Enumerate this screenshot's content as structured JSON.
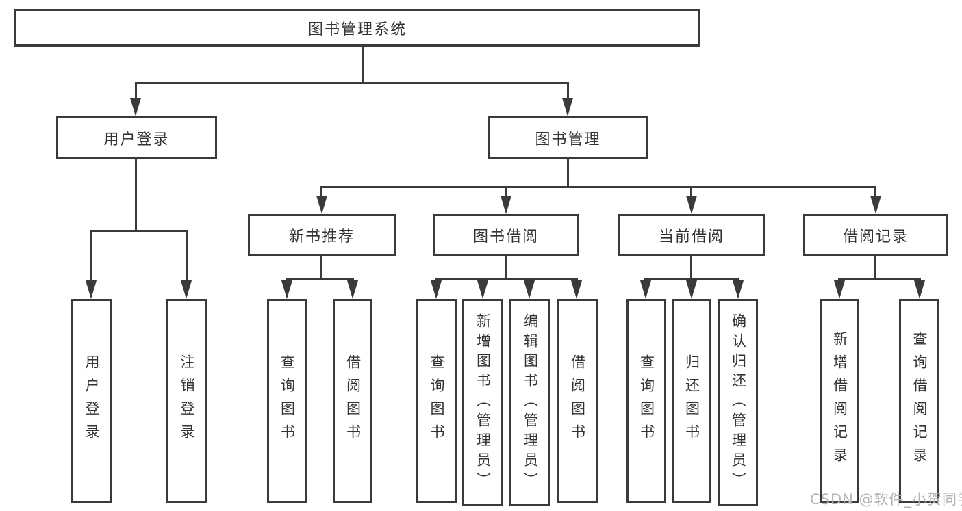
{
  "colors": {
    "line": "#3a3a3a",
    "text": "#333333",
    "box_fill": "#ffffff",
    "background": "#ffffff",
    "watermark": "#b3b3b3"
  },
  "tree": {
    "root": {
      "label": "图书管理系统"
    },
    "branches": [
      {
        "label": "用户登录",
        "children": [
          {
            "label": "用户登录"
          },
          {
            "label": "注销登录"
          }
        ]
      },
      {
        "label": "图书管理",
        "children": [
          {
            "label": "新书推荐",
            "children": [
              {
                "label": "查询图书"
              },
              {
                "label": "借阅图书"
              }
            ]
          },
          {
            "label": "图书借阅",
            "children": [
              {
                "label": "查询图书"
              },
              {
                "label": "新增图书（管理员）"
              },
              {
                "label": "编辑图书（管理员）"
              },
              {
                "label": "借阅图书"
              }
            ]
          },
          {
            "label": "当前借阅",
            "children": [
              {
                "label": "查询图书"
              },
              {
                "label": "归还图书"
              },
              {
                "label": "确认归还（管理员）"
              }
            ]
          },
          {
            "label": "借阅记录",
            "children": [
              {
                "label": "新增借阅记录"
              },
              {
                "label": "查询借阅记录"
              }
            ]
          }
        ]
      }
    ]
  },
  "watermark": {
    "text": "CSDN @软件_小贺同学"
  }
}
